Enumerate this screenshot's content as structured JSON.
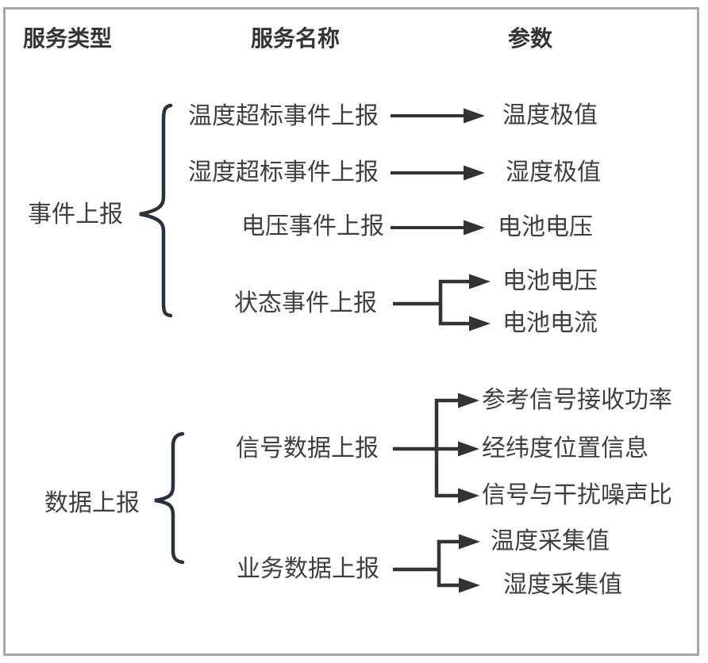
{
  "diagram": {
    "title_row": {
      "col1": "服务类型",
      "col2": "服务名称",
      "col3": "参数"
    },
    "groups": [
      {
        "type": "事件上报",
        "services": [
          {
            "name": "温度超标事件上报",
            "params": [
              "温度极值"
            ]
          },
          {
            "name": "湿度超标事件上报",
            "params": [
              "湿度极值"
            ]
          },
          {
            "name": "电压事件上报",
            "params": [
              "电池电压"
            ]
          },
          {
            "name": "状态事件上报",
            "params": [
              "电池电压",
              "电池电流"
            ]
          }
        ]
      },
      {
        "type": "数据上报",
        "services": [
          {
            "name": "信号数据上报",
            "params": [
              "参考信号接收功率",
              "经纬度位置信息",
              "信号与干扰噪声比"
            ]
          },
          {
            "name": "业务数据上报",
            "params": [
              "温度采集值",
              "湿度采集值"
            ]
          }
        ]
      }
    ],
    "colors": {
      "text": "#3f3f3f",
      "header_text": "#333333",
      "line": "#333333",
      "brace": "#2b3139",
      "border": "#a6a6a6",
      "background": "#ffffff"
    }
  }
}
